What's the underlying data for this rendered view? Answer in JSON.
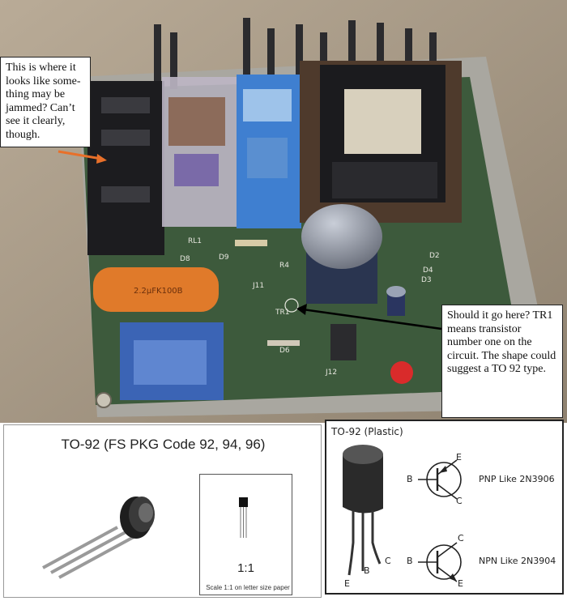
{
  "callouts": {
    "left": "This is where it looks like some-thing may be jammed? Can’t see it clearly, though.",
    "right": "Should it go here? TR1 means transistor number one on the circuit. The shape could suggest a TO 92 type."
  },
  "board_labels": {
    "rl1": "RL1",
    "d8": "D8",
    "d9": "D9",
    "r4": "R4",
    "j11": "J11",
    "tr1": "TR1",
    "d6": "D6",
    "j12": "J12",
    "d2": "D2",
    "d3": "D3",
    "d4": "D4",
    "capacitor_marking": "2.2µFK100B"
  },
  "fs_panel": {
    "title": "TO-92 (FS PKG Code 92, 94, 96)",
    "scale_ratio": "1:1",
    "scale_caption": "Scale 1:1 on letter size paper"
  },
  "diagram_panel": {
    "title": "TO-92 (Plastic)",
    "lead_labels": [
      "E",
      "B",
      "C"
    ],
    "pnp": {
      "label": "PNP  Like 2N3906",
      "b": "B",
      "e": "E",
      "c": "C"
    },
    "npn": {
      "label": "NPN  Like 2N3904",
      "b": "B",
      "e": "E",
      "c": "C"
    }
  },
  "colors": {
    "arrow": "#e8702a",
    "pcb": "#3d5a3c",
    "relay_blue": "#3f7fd0",
    "capacitor_orange": "#e07a2a"
  }
}
